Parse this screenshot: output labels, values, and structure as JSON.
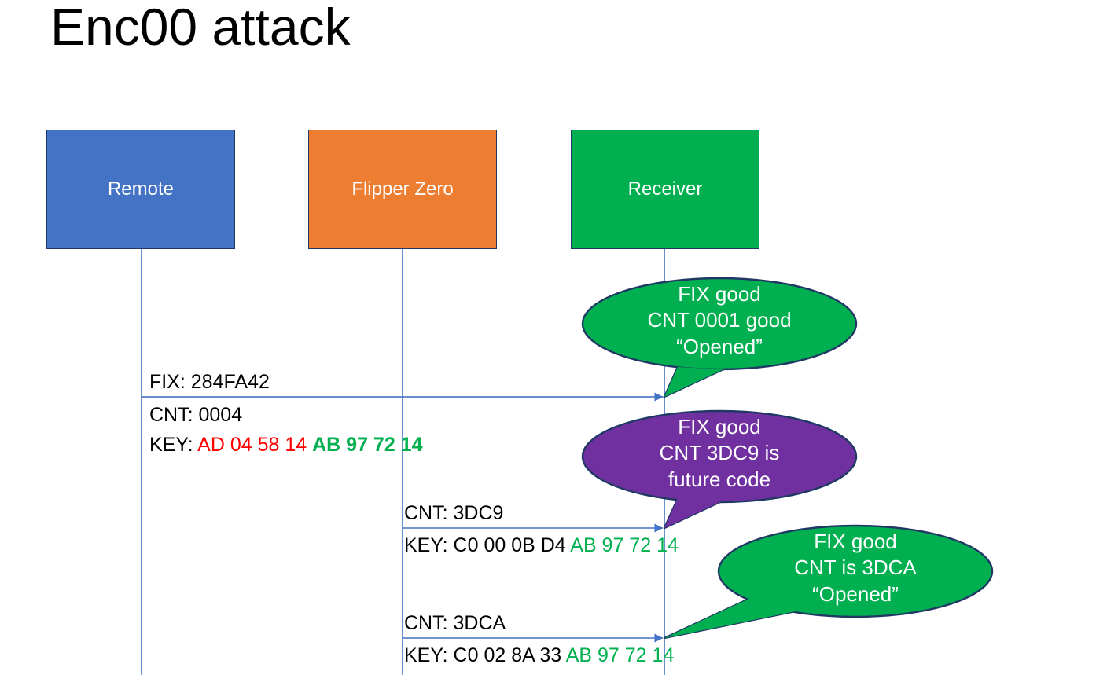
{
  "slide": {
    "title": "Enc00 attack",
    "background": "#ffffff"
  },
  "colors": {
    "remote": "#4472C4",
    "flipper": "#ED7D31",
    "receiver": "#00B050",
    "callout_good": "#00B050",
    "callout_future": "#7030A0",
    "line": "#4472C4",
    "outline": "#1F3864",
    "hex_red": "#FF0000",
    "hex_green": "#00B050",
    "text": "#000000"
  },
  "actors": [
    {
      "id": "remote",
      "label": "Remote"
    },
    {
      "id": "flipper",
      "label": "Flipper Zero"
    },
    {
      "id": "receiver",
      "label": "Receiver"
    }
  ],
  "messages": [
    {
      "id": "msg-1",
      "from": "remote",
      "to": "receiver",
      "lines": [
        {
          "label": "FIX: 284FA42"
        },
        {
          "label": "CNT: 0004"
        }
      ],
      "key_label": "KEY:",
      "key_red": "AD 04 58 14",
      "key_green": "AB 97 72 14"
    },
    {
      "id": "msg-2",
      "from": "flipper",
      "to": "receiver",
      "lines": [
        {
          "label": "CNT: 3DC9"
        }
      ],
      "key_label": "KEY: C0 00 0B D4",
      "key_green": "AB 97 72 14"
    },
    {
      "id": "msg-3",
      "from": "flipper",
      "to": "receiver",
      "lines": [
        {
          "label": "CNT: 3DCA"
        }
      ],
      "key_label": "KEY: C0 02 8A 33",
      "key_green": "AB 97 72 14"
    }
  ],
  "callouts": [
    {
      "id": "callout-1",
      "color": "#00B050",
      "line1": "FIX good",
      "line2": "CNT 0001 good",
      "line3": "“Opened”"
    },
    {
      "id": "callout-2",
      "color": "#7030A0",
      "line1": "FIX good",
      "line2": "CNT 3DC9 is",
      "line3": "future code"
    },
    {
      "id": "callout-3",
      "color": "#00B050",
      "line1": "FIX good",
      "line2": "CNT is 3DCA",
      "line3": "“Opened”"
    }
  ]
}
